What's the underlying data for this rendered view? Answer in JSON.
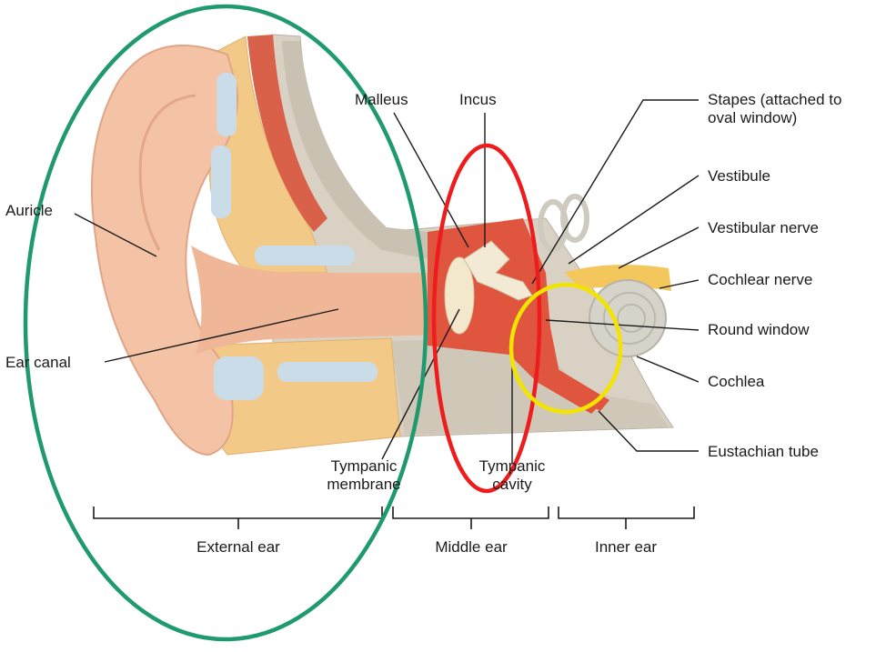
{
  "labels": {
    "auricle": "Auricle",
    "ear_canal": "Ear canal",
    "malleus": "Malleus",
    "incus": "Incus",
    "stapes": "Stapes (attached to\noval window)",
    "vestibule": "Vestibule",
    "vestibular_nerve": "Vestibular nerve",
    "cochlear_nerve": "Cochlear nerve",
    "round_window": "Round window",
    "cochlea": "Cochlea",
    "eustachian_tube": "Eustachian tube",
    "tympanic_membrane": "Tympanic\nmembrane",
    "tympanic_cavity": "Tympanic\ncavity"
  },
  "regions": {
    "external": "External ear",
    "middle": "Middle ear",
    "inner": "Inner ear"
  },
  "highlight_colors": {
    "external_ear_ellipse": "#1f9a6e",
    "middle_ear_ellipse": "#ee1c1c",
    "round_window_circle": "#f2e400"
  }
}
